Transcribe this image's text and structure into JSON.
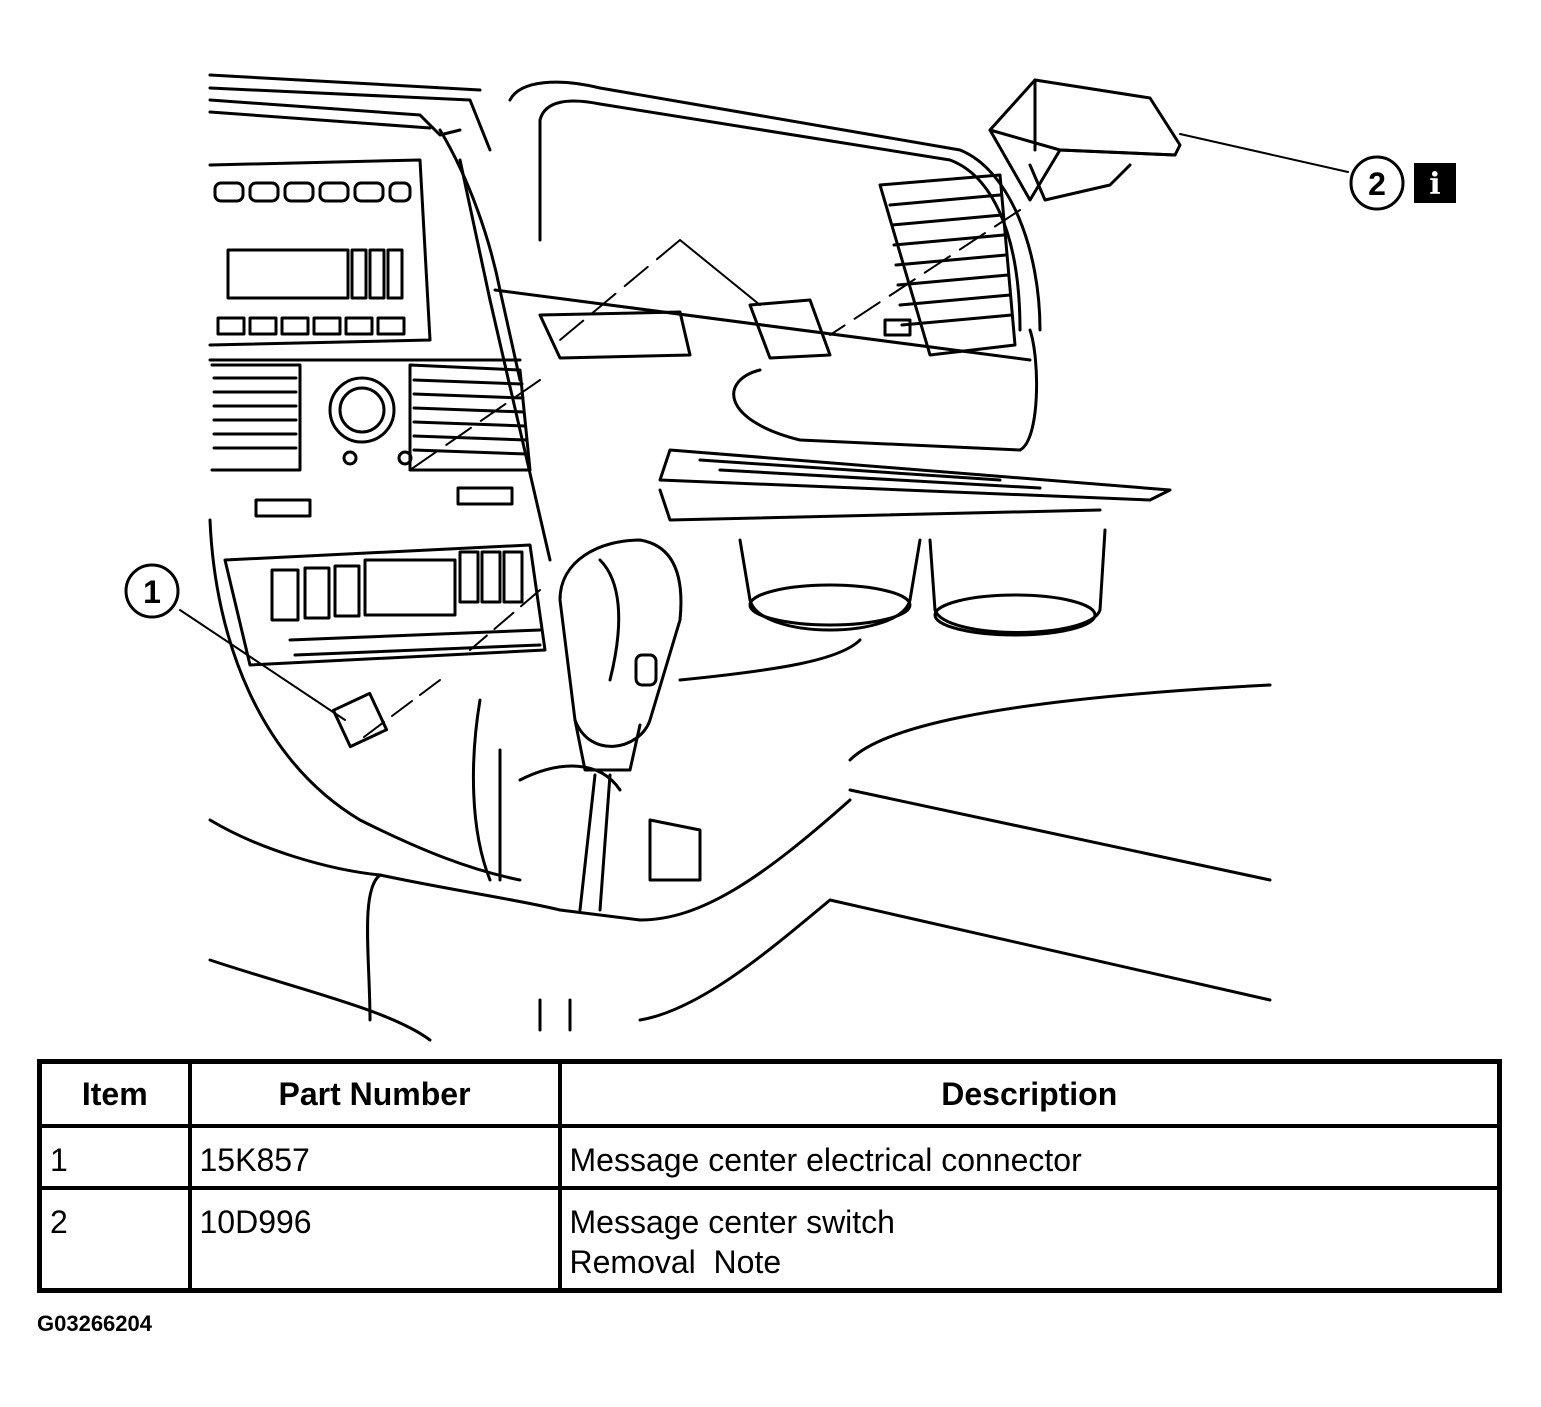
{
  "callouts": {
    "one": {
      "label": "1"
    },
    "two": {
      "label": "2",
      "info_glyph": "i",
      "info_icon": "info-icon"
    }
  },
  "table": {
    "headers": {
      "item": "Item",
      "part_number": "Part Number",
      "description": "Description"
    },
    "rows": [
      {
        "item": "1",
        "part_number": "15K857",
        "description": [
          "Message center electrical connector"
        ]
      },
      {
        "item": "2",
        "part_number": "10D996",
        "description": [
          "Message center switch",
          "Removal  Note"
        ]
      }
    ]
  },
  "figure_id": "G03266204"
}
